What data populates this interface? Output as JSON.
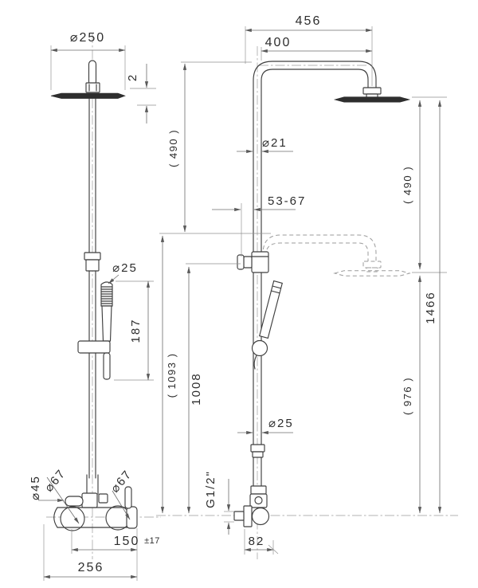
{
  "meta": {
    "description": "Technical dimension drawing of a wall-mounted shower column (front and side views)"
  },
  "colors": {
    "line": "#3f3f3f",
    "dimension_line": "#6d6d6d",
    "dashed_position": "#9b9b9b",
    "background": "#ffffff"
  },
  "front_view": {
    "head_diameter": "⌀250",
    "head_thickness": "2",
    "handshower_diameter": "⌀25",
    "handshower_length": "187",
    "lever_diameter": "⌀45",
    "escutcheon_left_diameter": "⌀67",
    "escutcheon_right_diameter": "⌀67",
    "inlet_spacing": "150",
    "inlet_tolerance": "±17",
    "overall_width": "256"
  },
  "side_view": {
    "arm_overall": "456",
    "arm_reach": "400",
    "riser_travel": "( 490 )",
    "riser_diameter": "⌀21",
    "wall_clearance": "53-67",
    "head_drop": "( 490 )",
    "overall_height": "1466",
    "column_height": "( 1093 )",
    "lower_tube_length": "1008",
    "lower_height": "( 976 )",
    "lower_tube_diameter": "⌀25",
    "connection_thread": "G1/2\"",
    "wall_offset": "82"
  }
}
